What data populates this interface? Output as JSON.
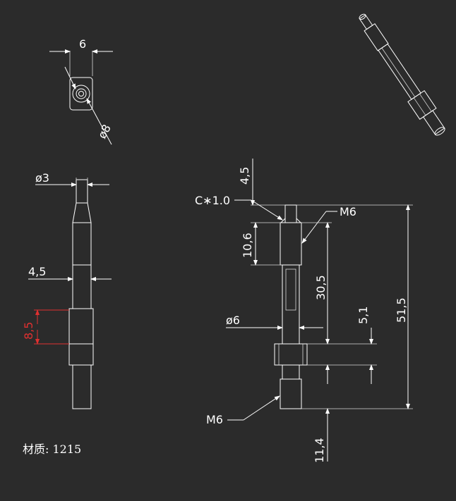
{
  "dims": {
    "top_width": "6",
    "top_dia": "ø8",
    "left_dia3": "ø3",
    "left_45": "4,5",
    "left_85": "8,5",
    "main_45": "4,5",
    "chamfer": "C∗1.0",
    "m6_top": "M6",
    "main_106": "10,6",
    "main_305": "30,5",
    "main_515": "51,5",
    "main_dia6": "ø6",
    "main_51": "5,1",
    "m6_bottom": "M6",
    "main_114": "11,4"
  },
  "material": "材质: 1215",
  "colors": {
    "background": "#2b2b2b",
    "lines": "#ffffff",
    "highlight": "#e03030"
  }
}
